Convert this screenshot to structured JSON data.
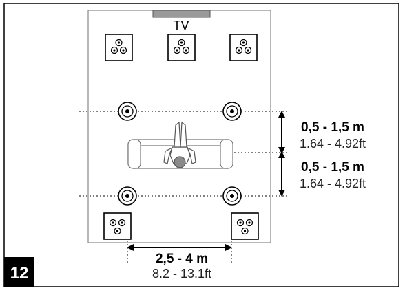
{
  "figure_number": "12",
  "tv_label": "TV",
  "dimensions": {
    "front_distance": {
      "metric": "0,5 - 1,5 m",
      "imperial": "1.64 - 4.92ft"
    },
    "rear_distance": {
      "metric": "0,5 - 1,5 m",
      "imperial": "1.64 - 4.92ft"
    },
    "rear_width": {
      "metric": "2,5 - 4 m",
      "imperial": "8.2 - 13.1ft"
    }
  },
  "icons": {
    "front_speakers": "three-driver-speaker-icon",
    "side_speakers": "round-speaker-icon",
    "rear_speakers": "three-driver-speaker-icon",
    "listener": "person-on-sofa-icon"
  }
}
